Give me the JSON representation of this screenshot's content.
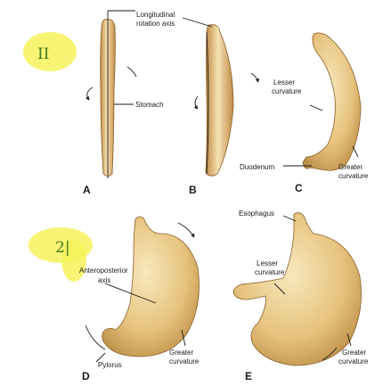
{
  "figure": {
    "annotations": {
      "top_note": "II",
      "bottom_note": "2|"
    },
    "panels": [
      "A",
      "B",
      "C",
      "D",
      "E"
    ],
    "labels": {
      "longitudinal_axis_1": "Longitudinal",
      "longitudinal_axis_2": "rotation axis",
      "stomach": "Stomach",
      "lesser_curvature_c_1": "Lesser",
      "lesser_curvature_c_2": "curvature",
      "duodenum": "Duodenum",
      "greater_curvature_c_1": "Greater",
      "greater_curvature_c_2": "curvature",
      "anteroposterior_axis_1": "Anteroposterior",
      "anteroposterior_axis_2": "axis",
      "greater_curvature_d_1": "Greater",
      "greater_curvature_d_2": "curvature",
      "pylorus": "Pylorus",
      "esophagus": "Esophagus",
      "lesser_curvature_e_1": "Lesser",
      "lesser_curvature_e_2": "curvature",
      "greater_curvature_e_1": "Greater",
      "greater_curvature_e_2": "curvature"
    },
    "colors": {
      "highlight": "#f7f25a",
      "stomach_fill": "#e9c884",
      "stomach_shadow": "#c79a4e",
      "note_ink": "#3f7a1e"
    }
  }
}
